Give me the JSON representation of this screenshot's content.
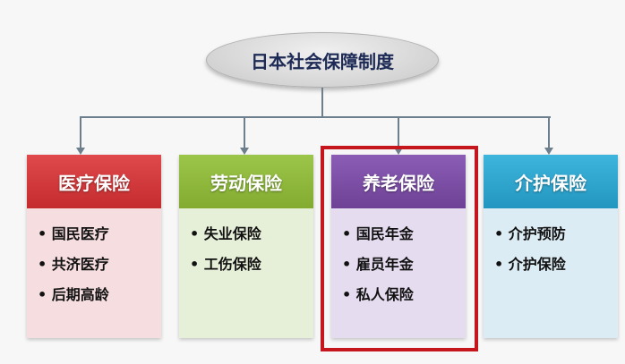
{
  "root": {
    "title": "日本社会保障制度"
  },
  "categories": [
    {
      "title": "医疗保险",
      "color": "#d4373a",
      "body_color": "#f6dde0",
      "items": [
        "国民医疗",
        "共济医疗",
        "后期高龄"
      ]
    },
    {
      "title": "劳动保险",
      "color": "#8fb83a",
      "body_color": "#e6efd8",
      "items": [
        "失业保险",
        "工伤保险"
      ]
    },
    {
      "title": "养老保险",
      "color": "#7d4fa6",
      "body_color": "#e6dcef",
      "items": [
        "国民年金",
        "雇员年金",
        "私人保险"
      ]
    },
    {
      "title": "介护保险",
      "color": "#2ea6cf",
      "body_color": "#dcecf4",
      "items": [
        "介护预防",
        "介护保险"
      ]
    }
  ],
  "highlight": {
    "color": "#c4161c"
  }
}
